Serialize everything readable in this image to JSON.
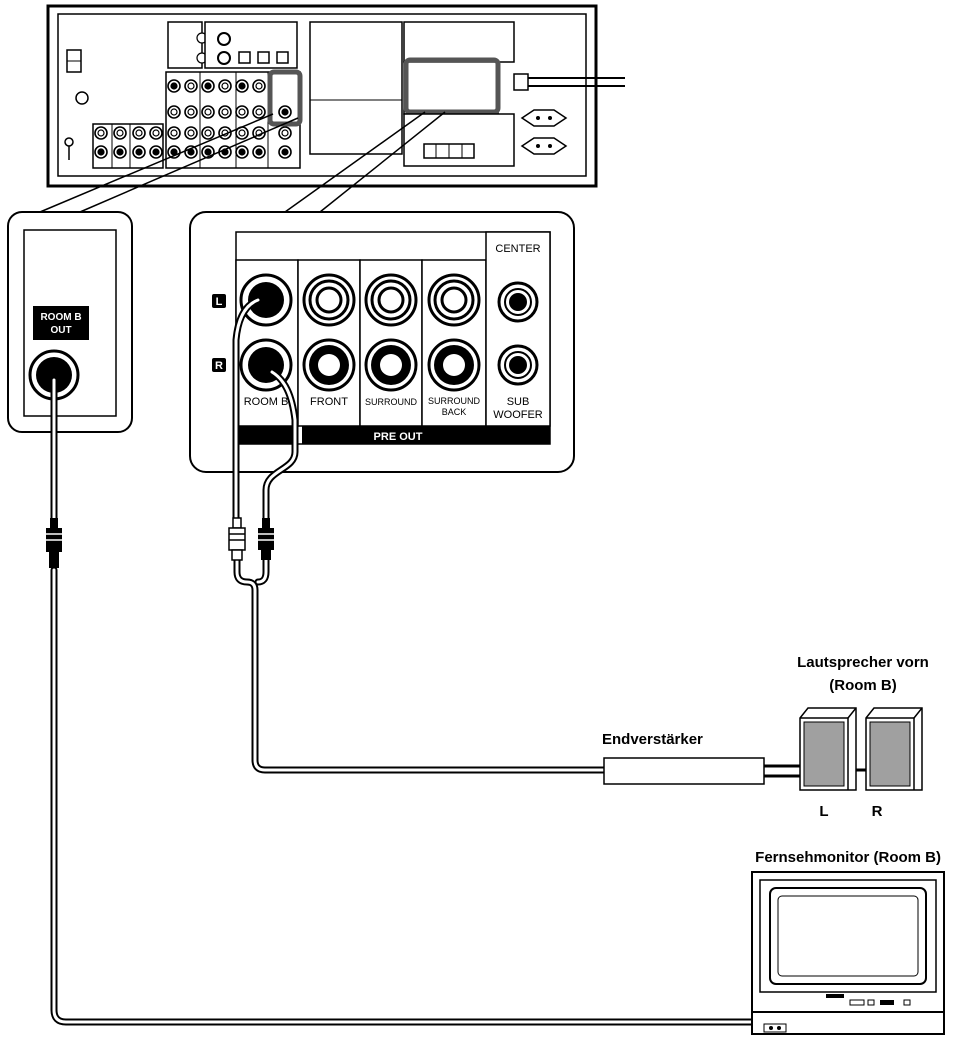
{
  "receiver_detail": {
    "side_box_label_line1": "ROOM B",
    "side_box_label_line2": "OUT",
    "channel_L": "L",
    "channel_R": "R",
    "col_room_b": "ROOM B",
    "col_front": "FRONT",
    "col_surround": "SURROUND",
    "col_surround_back_line1": "SURROUND",
    "col_surround_back_line2": "BACK",
    "col_center": "CENTER",
    "col_sub_line1": "SUB",
    "col_sub_line2": "WOOFER",
    "pre_out": "PRE OUT"
  },
  "devices": {
    "amplifier": "Endverstärker",
    "speakers_line1": "Lautsprecher vorn",
    "speakers_line2": "(Room B)",
    "speaker_left": "L",
    "speaker_right": "R",
    "tv_monitor": "Fernsehmonitor (Room B)"
  },
  "colors": {
    "line": "#000000",
    "panel_gray": "#8a8a8a",
    "speaker_fill": "#a0a0a0",
    "highlight": "#555555"
  }
}
